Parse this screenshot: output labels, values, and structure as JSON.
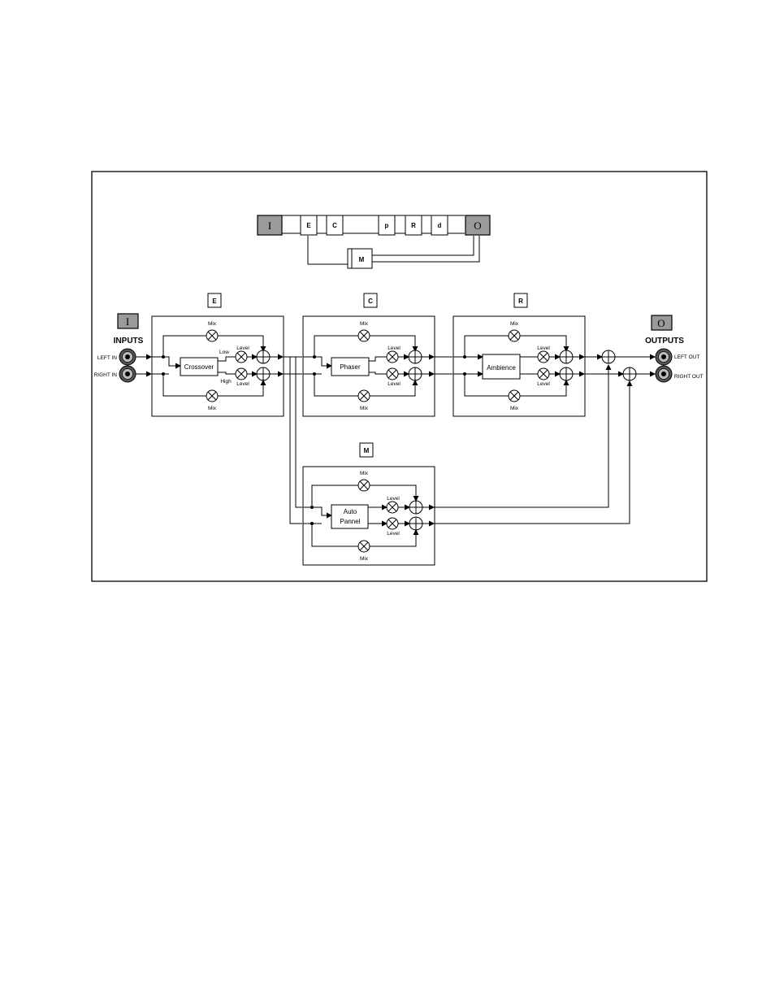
{
  "chain": {
    "input": "I",
    "output": "O",
    "blocks": [
      "E",
      "C",
      "p",
      "R",
      "d"
    ],
    "side_block": "M"
  },
  "io": {
    "input_tag": "I",
    "output_tag": "O",
    "inputs_label": "INPUTS",
    "outputs_label": "OUTPUTS",
    "left_in": "LEFT IN",
    "right_in": "RIGHT IN",
    "left_out": "LEFT OUT",
    "right_out": "RIGHT OUT"
  },
  "modules": {
    "e": {
      "tag": "E",
      "process": "Crossover",
      "mix": "Mix",
      "level": "Level",
      "low": "Low",
      "high": "High"
    },
    "c": {
      "tag": "C",
      "process": "Phaser",
      "mix": "Mix",
      "level": "Level"
    },
    "r": {
      "tag": "R",
      "process": "Ambience",
      "mix": "Mix",
      "level": "Level"
    },
    "m": {
      "tag": "M",
      "process_line1": "Auto",
      "process_line2": "Pannel",
      "mix": "Mix",
      "level": "Level"
    }
  }
}
